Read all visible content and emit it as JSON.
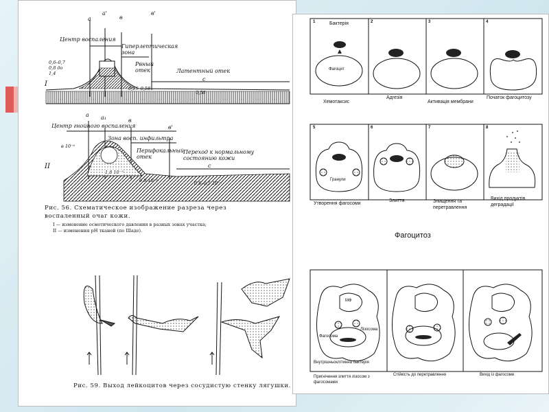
{
  "left": {
    "fig56": {
      "top_letters": [
        "a",
        "a'",
        "в",
        "в'"
      ],
      "focus_label": "Центр воспаления",
      "hyper_label": "Гиперлептическая зона",
      "edema_label": "Рвный отек",
      "latent_label": "Латентный отек",
      "c_label": "c",
      "left_values": "0,6–0,7\n0,8 до\n1,4",
      "roman_i": "I",
      "val_mid": "0,16–0,58",
      "val_right": "0,58",
      "top_letters_ii": [
        "a",
        "a₁",
        "в",
        "в'"
      ],
      "focus_label_ii": "Центр гнойного воспаления",
      "zone_label_ii": "Зона восп. инфильтра",
      "peri_label_ii": "Перифокальный отек",
      "transition_label_ii": "Переход к нормальному состоянию кожи",
      "c_label_ii": "c",
      "roman_ii": "II",
      "val_ii_left": "в 10⁻⁶",
      "val_ii_center": "1,8 10⁻⁵",
      "val_ii_mid": "0,9 10⁻⁶",
      "val_ii_right": "0,8–0,5 10⁻⁶",
      "caption_main": "Рис. 56. Схематическое изображение разреза через воспаленный очаг кожи.",
      "caption_sub1": "I — изменение осмотического давления в разных зонах участка;",
      "caption_sub2": "II — изменения рН тканей (по Шаде)."
    },
    "fig59": {
      "caption": "Рис. 59. Выход лейкоцитов через сосудистую стенку лягушки."
    }
  },
  "right": {
    "row1": {
      "panels": [
        {
          "num": "1",
          "label": "Хемотаксис",
          "top": "Бактерія",
          "cell": "Фагоцит"
        },
        {
          "num": "2",
          "label": "Адгезія"
        },
        {
          "num": "3",
          "label": "Активація мембрани"
        },
        {
          "num": "4",
          "label": "Початок фагоцитозу"
        }
      ]
    },
    "row2": {
      "panels": [
        {
          "num": "5",
          "label": "Утворення фагосоми",
          "inner": "Гранули"
        },
        {
          "num": "6",
          "label": "Злиття"
        },
        {
          "num": "7",
          "label": "Знищення та перетравлення"
        },
        {
          "num": "8",
          "label": "Вихід продуктів деградації"
        }
      ]
    },
    "title": "Фагоцитоз",
    "row3": {
      "panels": [
        {
          "label": "Пригнічення злиття лізосом з фагосомами",
          "mf": "МФ",
          "lys": "Лізосома",
          "phag": "Фагосома",
          "bact": "Внутрішньоклітинна бактерія"
        },
        {
          "label": "Стійкість до перетравлення"
        },
        {
          "label": "Вихід із фагосоми"
        }
      ]
    }
  }
}
